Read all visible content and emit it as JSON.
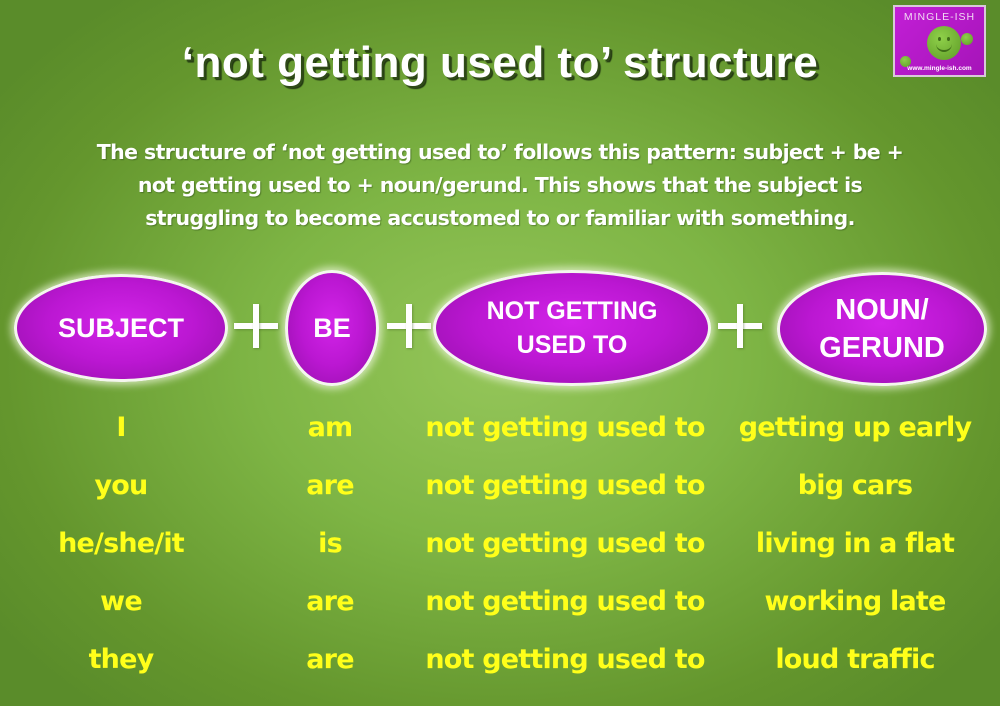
{
  "title": "‘not getting used to’ structure",
  "logo": {
    "name": "MINGLE-ISH",
    "url": "www.mingle-ish.com",
    "icon": "smiley-face-icon"
  },
  "intro": {
    "line1": "The structure of ‘not getting used to’ follows this pattern: subject + be +",
    "line2": "not getting used to + noun/gerund. This shows that the subject is",
    "line3": "struggling to become accustomed to or familiar with something."
  },
  "formula": {
    "parts": [
      {
        "line1": "SUBJECT",
        "line2": ""
      },
      {
        "line1": "BE",
        "line2": ""
      },
      {
        "line1": "NOT GETTING",
        "line2": "USED TO"
      },
      {
        "line1": "NOUN/",
        "line2": "GERUND"
      }
    ],
    "operator": "+",
    "colors": {
      "oval": "#c21dd8",
      "border": "#f4f6ee",
      "text": "#ffffff"
    }
  },
  "examples": {
    "color": "#ffff1a",
    "rows": [
      {
        "subject": "I",
        "be": "am",
        "phrase": "not getting used to",
        "object": "getting up early"
      },
      {
        "subject": "you",
        "be": "are",
        "phrase": "not getting used to",
        "object": "big cars"
      },
      {
        "subject": "he/she/it",
        "be": "is",
        "phrase": "not getting used to",
        "object": "living in a flat"
      },
      {
        "subject": "we",
        "be": "are",
        "phrase": "not getting used to",
        "object": "working late"
      },
      {
        "subject": "they",
        "be": "are",
        "phrase": "not getting used to",
        "object": "loud traffic"
      }
    ]
  },
  "background": {
    "center": "#95c65a",
    "edge": "#5a8c2a"
  }
}
